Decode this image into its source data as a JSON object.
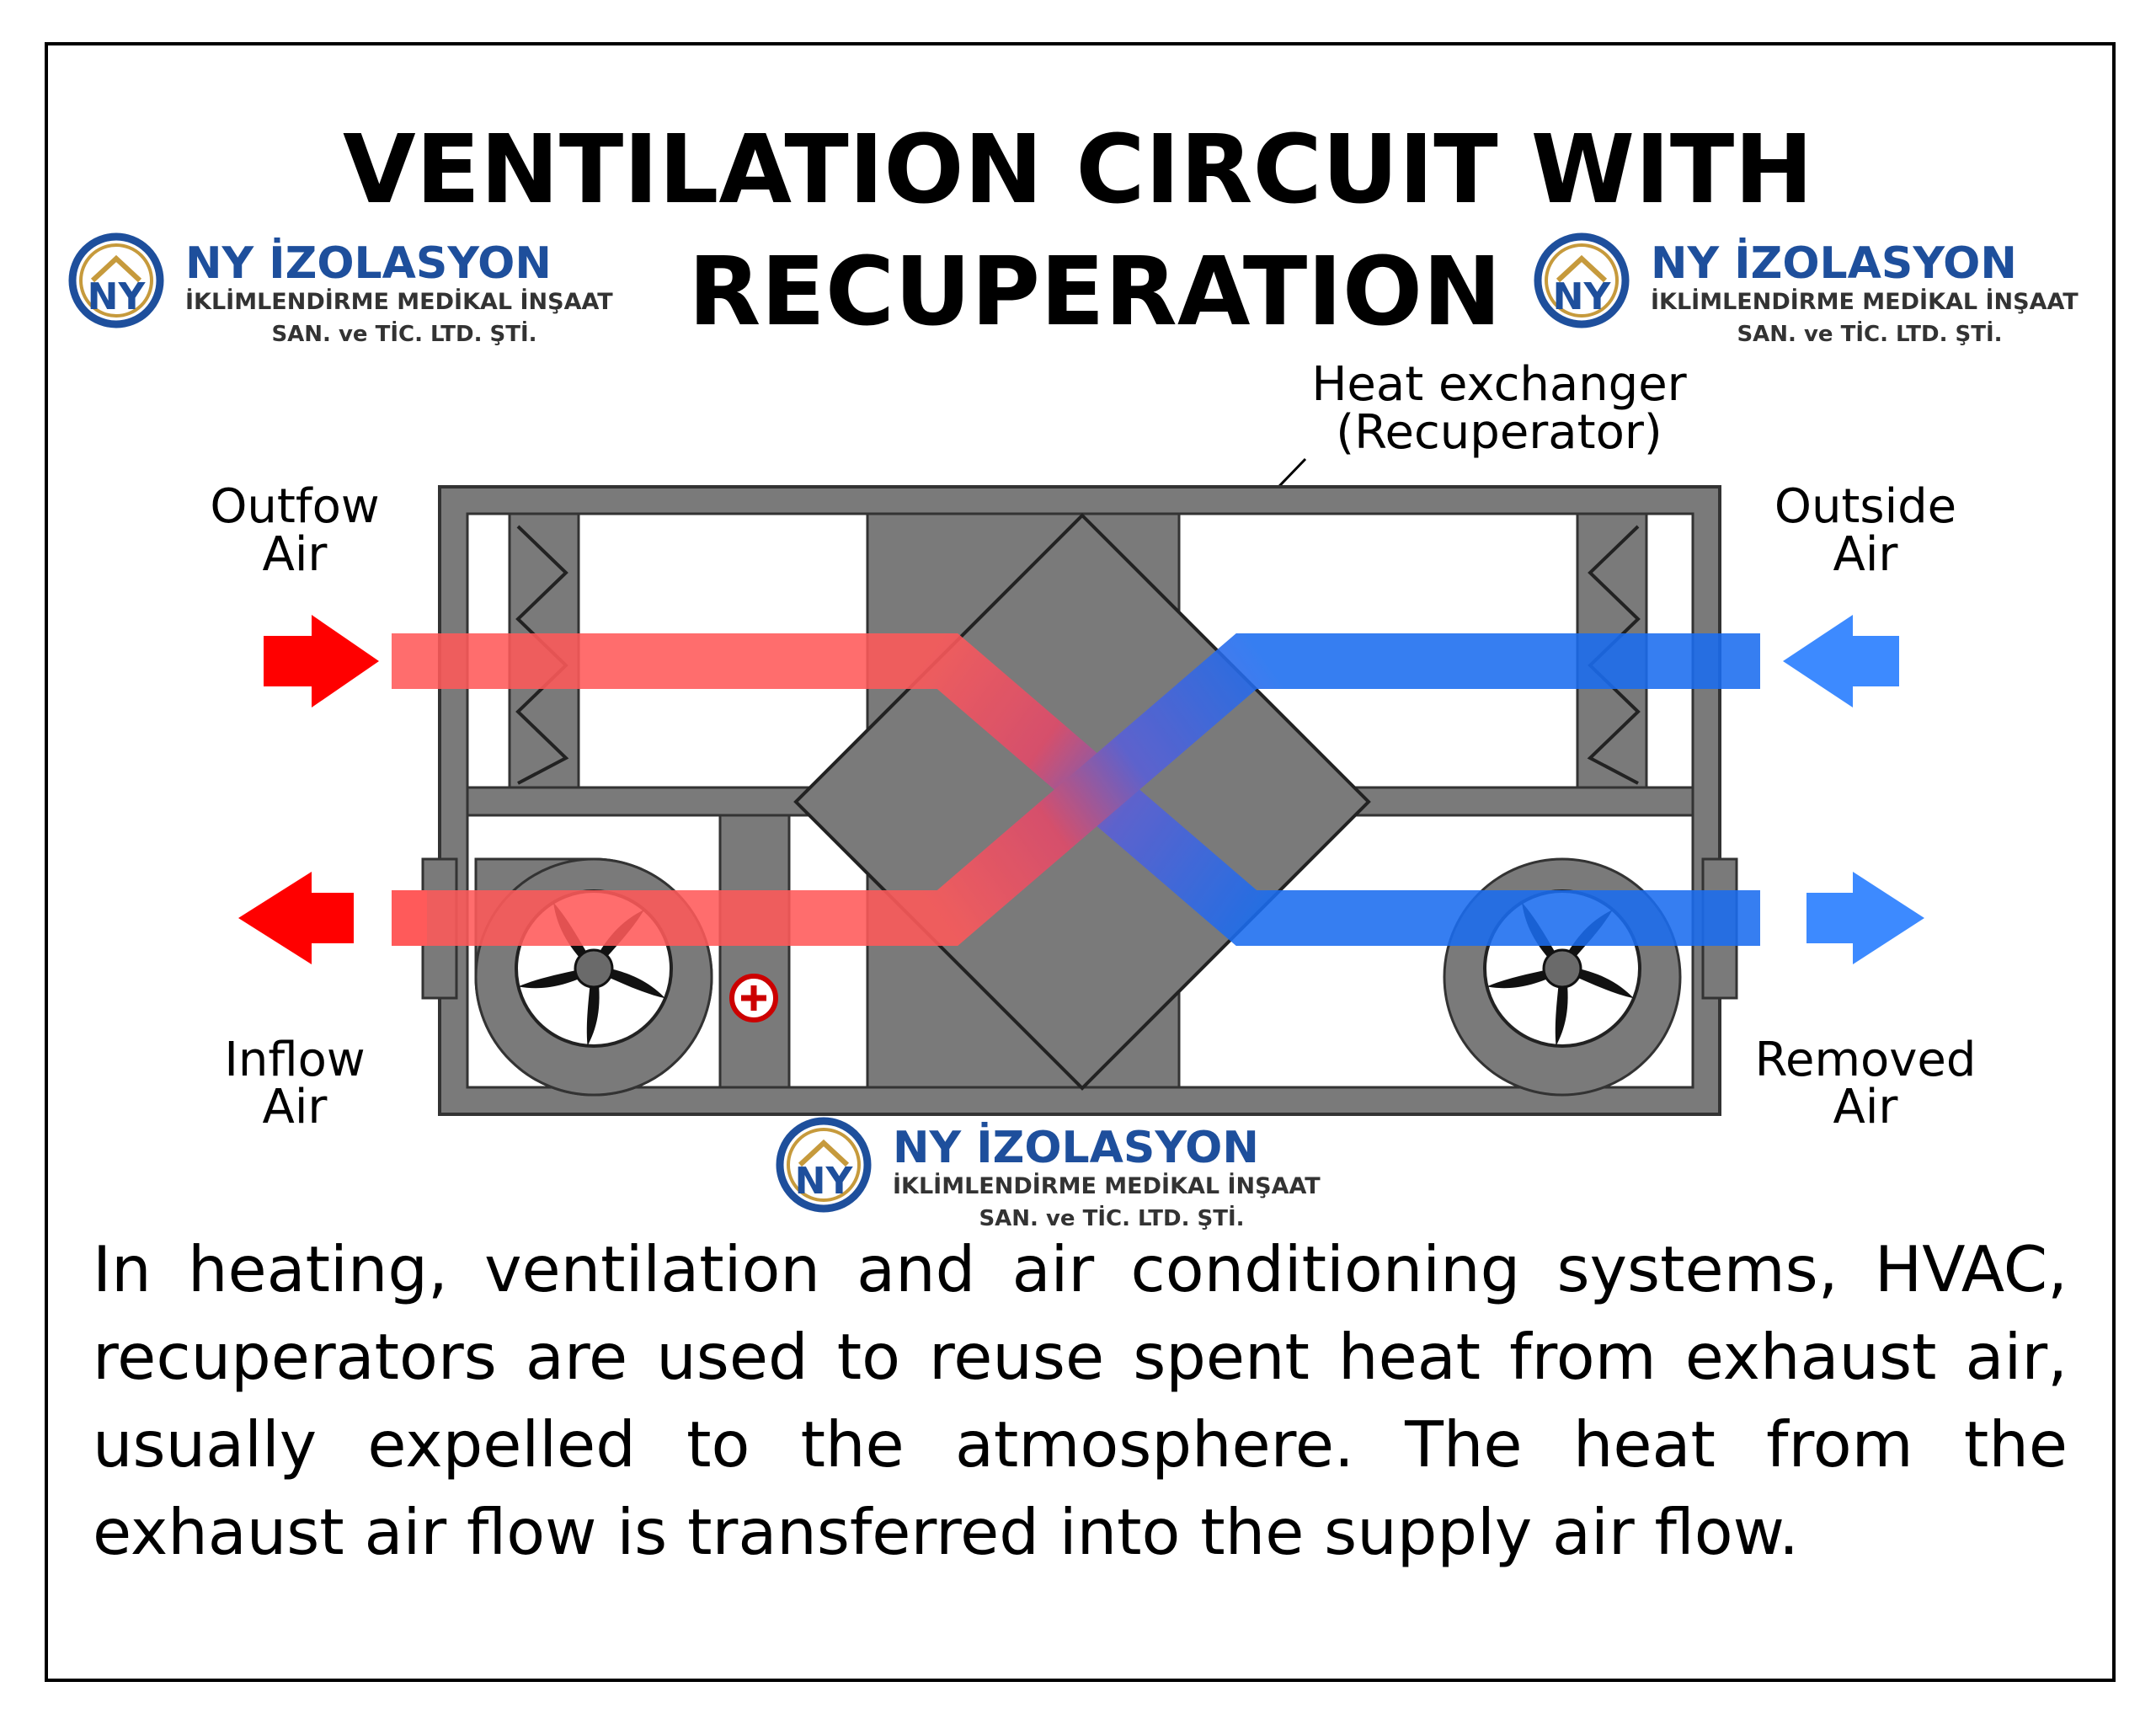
{
  "title_line1": "VENTILATION CIRCUIT WITH",
  "title_line2": "RECUPERATION",
  "heat_exchanger_label_1": "Heat exchanger",
  "heat_exchanger_label_2": "(Recuperator)",
  "labels": {
    "outflow_1": "Outfow",
    "outflow_2": "Air",
    "outside_1": "Outside",
    "outside_2": "Air",
    "inflow_1": "Inflow",
    "inflow_2": "Air",
    "removed_1": "Removed",
    "removed_2": "Air"
  },
  "brand": {
    "name": "NY İZOLASYON",
    "line2": "İKLİMLENDİRME MEDİKAL İNŞAAT",
    "line3": "SAN. ve TİC. LTD. ŞTİ.",
    "monogram": "NY"
  },
  "description": "In heating, ventilation and air conditioning systems, HVAC, recuperators are used to reuse spent heat from exhaust air, usually expelled to the atmosphere.  The heat from the exhaust air flow is transferred into the supply air flow.",
  "colors": {
    "hot": "#ff0000",
    "hot_flow": "#ff5a5a",
    "cold": "#3d8aff",
    "cold_flow": "#1b6df0",
    "casing": "#7a7a7a",
    "brand_blue": "#1e4f9c",
    "brand_gold": "#c69a3c"
  }
}
